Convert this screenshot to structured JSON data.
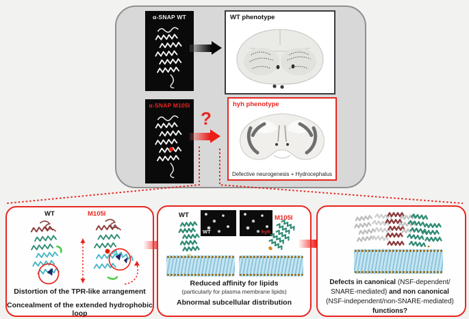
{
  "colors": {
    "accent_red": "#e8251f",
    "container_gray": "#d8d8d8",
    "panel_black": "#0a0a0a",
    "membrane_blue": "#aed7e8",
    "lipid_head_brown": "#96660f",
    "protein_maroon": "#8b3a3a",
    "protein_teal": "#2e8b74",
    "protein_cyan": "#49b6c6"
  },
  "top": {
    "wt_structure_label": "α-SNAP WT",
    "m105i_structure_label": "α-SNAP M105I",
    "wt_phenotype_title": "WT phenotype",
    "hyh_phenotype_title": "hyh phenotype",
    "hyh_caption": "Defective neurogenesis + Hydrocephalus",
    "question_mark": "?"
  },
  "panels": {
    "structure": {
      "wt_label": "WT",
      "m105i_label": "M105I",
      "finding1": "Distortion of the TPR-like arrangement",
      "finding2": "Concealment of the extended hydrophobic loop"
    },
    "membrane": {
      "wt_label": "WT",
      "m105i_label": "M105I",
      "inset_wt_label": "WT",
      "inset_hyh_label": "hyh",
      "finding1": "Reduced affinity for lipids",
      "finding1_detail": "(particularly for plasma membrane lipids)",
      "finding2": "Abnormal subcellular distribution"
    },
    "function": {
      "seg1_bold": "Defects in canonical",
      "seg2": " (NSF-dependent/ SNARE-mediated) ",
      "seg3_bold": "and non canonical",
      "seg4": " (NSF-independent/non-SNARE-mediated) ",
      "seg5_bold": "functions?"
    }
  }
}
